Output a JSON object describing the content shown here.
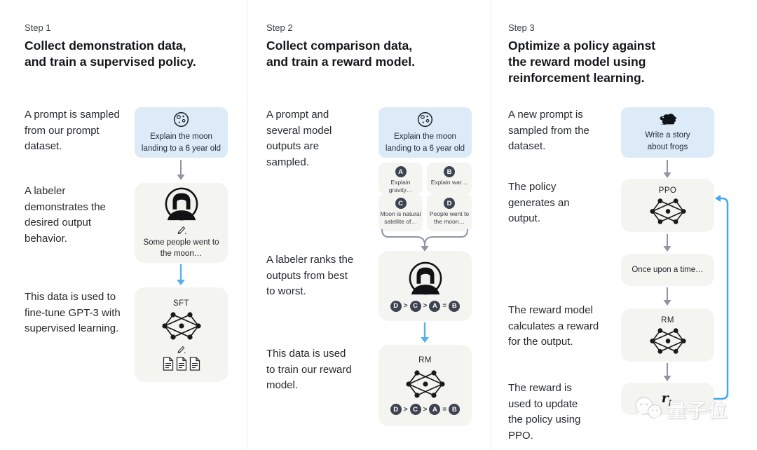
{
  "steps": [
    {
      "label": "Step 1",
      "title": "Collect demonstration data, and train a supervised policy.",
      "caption_prompt": "A prompt is sampled from our prompt dataset.",
      "caption_labeler": "A labeler demonstrates the desired output behavior.",
      "caption_data": "This data is used to fine-tune GPT-3 with supervised learning.",
      "prompt_text": "Explain the moon landing to a 6 year old",
      "labeler_output": "Some people went to the moon…",
      "model_label": "SFT"
    },
    {
      "label": "Step 2",
      "title": "Collect comparison data, and train a reward model.",
      "caption_prompt": "A prompt and several model outputs are sampled.",
      "caption_labeler": "A labeler ranks the outputs from best to worst.",
      "caption_data": "This data is used to train our reward model.",
      "prompt_text": "Explain the moon landing to a 6 year old",
      "outputs": [
        {
          "id": "A",
          "text": "Explain gravity…"
        },
        {
          "id": "B",
          "text": "Explain war…"
        },
        {
          "id": "C",
          "text": "Moon is natural satellite of…"
        },
        {
          "id": "D",
          "text": "People went to the moon…"
        }
      ],
      "ranking": {
        "items": [
          "D",
          "C",
          "A",
          "B"
        ],
        "separators": [
          ">",
          ">",
          "="
        ]
      },
      "model_label": "RM"
    },
    {
      "label": "Step 3",
      "title": "Optimize a policy against the reward model using reinforcement learning.",
      "caption_prompt": "A new prompt is sampled from the dataset.",
      "caption_policy": "The policy generates an output.",
      "caption_reward": "The reward model calculates a reward for the output.",
      "caption_update": "The reward is used to update the policy using PPO.",
      "prompt_text": "Write a story about frogs",
      "policy_label": "PPO",
      "output_text": "Once upon a time…",
      "reward_label": "RM",
      "reward_symbol": "r",
      "reward_symbol_sub": "k"
    }
  ],
  "colors": {
    "prompt_box": "#dcebf7",
    "model_box": "#f4f4f1",
    "badge": "#3f4351",
    "arrow_gray": "#9094a2",
    "arrow_blue": "#55b1ee",
    "loop_blue": "#41a8ec"
  },
  "watermark": {
    "brand": "量子位"
  }
}
